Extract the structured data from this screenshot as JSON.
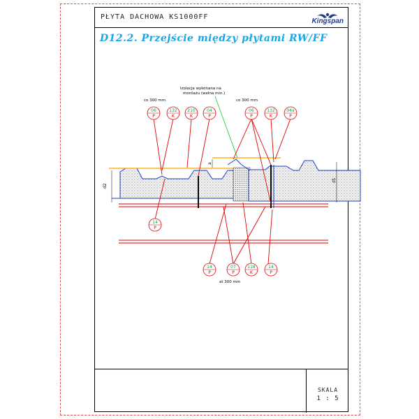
{
  "header": {
    "title": "PŁYTA DACHOWA KS1000FF",
    "logo_text": "Kingspan"
  },
  "subtitle": "D12.2. Przejście między płytami RW/FF",
  "annotations": {
    "insulation_line1": "Izolacja wykonana na",
    "insulation_line2": "montażu (wełna min.)",
    "spacing_top_left": "co 300 mm",
    "spacing_top_right": "co 300 mm",
    "spacing_bottom": "at 300 mm"
  },
  "dimensions": {
    "d2": "d2",
    "d1": "d1",
    "a": "a"
  },
  "callouts": [
    {
      "top": "06",
      "bottom": "P"
    },
    {
      "top": "132",
      "bottom": "K"
    },
    {
      "top": "210",
      "bottom": "K"
    },
    {
      "top": "04",
      "bottom": "P"
    },
    {
      "top": "06",
      "bottom": "P"
    },
    {
      "top": "132",
      "bottom": "K"
    },
    {
      "top": "04a",
      "bottom": "P"
    },
    {
      "top": "14",
      "bottom": "P"
    },
    {
      "top": "14",
      "bottom": "P"
    },
    {
      "top": "07",
      "bottom": "P"
    },
    {
      "top": "118",
      "bottom": "K"
    },
    {
      "top": "14",
      "bottom": "P"
    }
  ],
  "footer": {
    "scale_label": "SKALA",
    "scale_value": "1 : 5"
  },
  "colors": {
    "accent": "#1aa6e6",
    "leader": "#e00000",
    "callout_text": "#13a040",
    "panel_outline": "#1e3ec8",
    "fill_line": "#ffa000"
  }
}
